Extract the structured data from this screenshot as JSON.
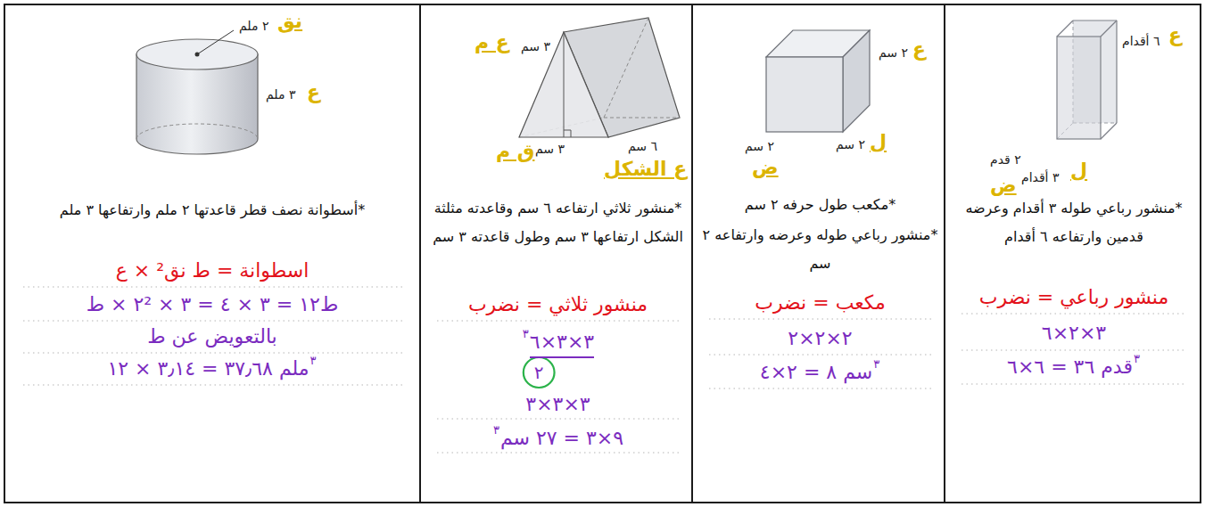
{
  "diagram": {
    "nodes": [
      {
        "text": [
          "ع",
          "٦ أقدام",
          "٢ قدم",
          "٣ أقدام",
          "ض",
          "ل",
          "*منشور رباعي طوله ٣ أقدام وعرضه قدمين وارتفاعه ٦ أقدام",
          "منشور رباعي = نضرب",
          "٣×٢×٦",
          "قدم ٣٦ = ٦×٦",
          "٣"
        ]
      },
      {
        "text": [
          "٢ سم",
          "ع",
          "٢ سم",
          "ل",
          "٢ سم",
          "ض",
          "*مكعب طول حرفه ٢ سم",
          "*منشور رباعي طوله وعرضه وارتفاعه ٢ سم",
          "مكعب = نضرب",
          "٢×٢×٢",
          "سم ٨ = ٢×٤",
          "٣"
        ]
      },
      {
        "text": [
          "ع م",
          "٣ سم",
          "٦ سم",
          "٣ سم",
          "ق م",
          "ع الشكل",
          "*منشور ثلاثي ارتفاعه ٦ سم وقاعدته مثلثة الشكل ارتفاعها ٣ سم وطول قاعدته ٣ سم",
          "منشور ثلاثي = نضرب",
          "٣×٣×٦",
          "٣",
          "٢",
          "٣×٣×٣",
          "٩×٣ = ٢٧ سم",
          "٣"
        ]
      },
      {
        "text": [
          "٢ ملم",
          "نق",
          "٣ ملم",
          "ع",
          "*أسطوانة نصف قطر قاعدتها ٢ ملم وارتفاعها ٣ ملم",
          "اسطوانة = ط نق² × ع",
          "ط١٢ = ٣ × ٤ = ٣ × ٢² × ط",
          "بالتعويض عن ط",
          "ملم ٣٧٫٦٨ = ٣٫١٤ × ١٢",
          "٣"
        ]
      }
    ]
  }
}
